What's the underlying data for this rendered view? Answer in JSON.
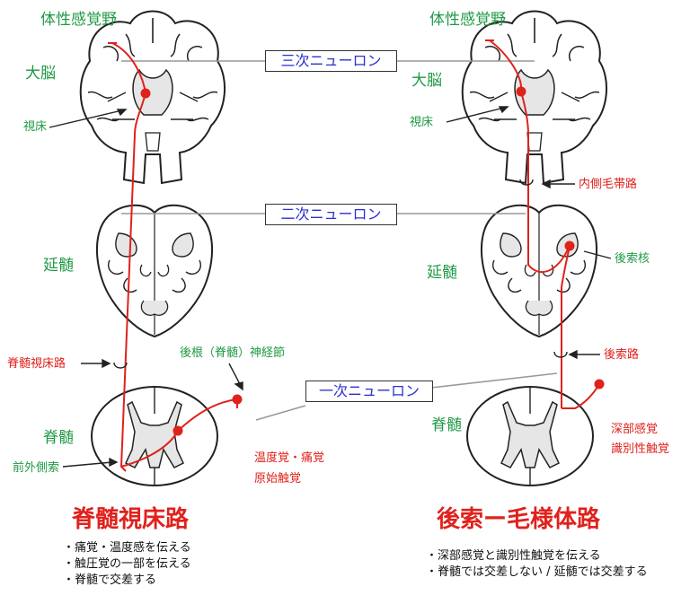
{
  "left": {
    "cortex_label": "体性感覚野",
    "cerebrum_label": "大脳",
    "thalamus_label": "視床",
    "medulla_label": "延髄",
    "spinal_label": "脊髄",
    "tract_label": "脊髄視床路",
    "ganglion_label": "後根（脊髄）神経節",
    "anterolateral_label": "前外側索",
    "sensation_1": "温度覚・痛覚",
    "sensation_2": "原始触覚",
    "title": "脊髄視床路",
    "bullets": [
      "・痛覚・温度感を伝える",
      "・触圧覚の一部を伝える",
      "・脊髄で交差する"
    ]
  },
  "right": {
    "cortex_label": "体性感覚野",
    "cerebrum_label": "大脳",
    "thalamus_label": "視床",
    "lemniscus_label": "内側毛帯路",
    "medulla_label": "延髄",
    "nucleus_label": "後索核",
    "column_label": "後索路",
    "spinal_label": "脊髄",
    "sensation_1": "深部感覚",
    "sensation_2": "識別性触覚",
    "title": "後索ー毛様体路",
    "bullets": [
      "・深部感覚と識別性触覚を伝える",
      "・脊髄では交差しない / 延髄では交差する"
    ]
  },
  "neurons": {
    "third": "三次ニューロン",
    "second": "二次ニューロン",
    "first": "一次ニューロン"
  },
  "colors": {
    "green": "#1f9a45",
    "red": "#e0211c",
    "blue": "#2b2fd0"
  }
}
